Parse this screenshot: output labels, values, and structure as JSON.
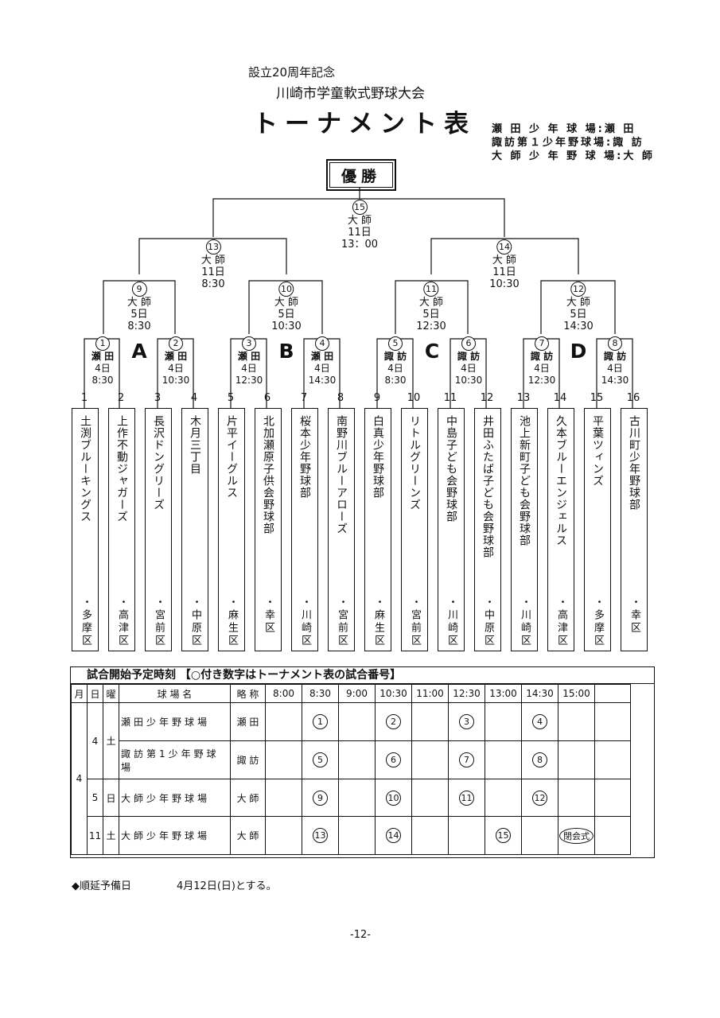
{
  "header": {
    "subtitle": "設立20周年記念",
    "event": "川崎市学童軟式野球大会",
    "title": "トーナメント表",
    "legend": [
      "瀬 田 少 年 球 場:瀬 田",
      "諏訪第１少年野球場:諏 訪",
      "大 師 少 年 野 球 場:大 師"
    ]
  },
  "champion": "優勝",
  "final": {
    "no": "15",
    "venue": "大 師",
    "date": "11日",
    "time": "13：00"
  },
  "semis": [
    {
      "no": "13",
      "venue": "大 師",
      "date": "11日",
      "time": "8:30"
    },
    {
      "no": "14",
      "venue": "大 師",
      "date": "11日",
      "time": "10:30"
    }
  ],
  "quarters": [
    {
      "no": "9",
      "venue": "大 師",
      "date": "5日",
      "time": "8:30"
    },
    {
      "no": "10",
      "venue": "大 師",
      "date": "5日",
      "time": "10:30"
    },
    {
      "no": "11",
      "venue": "大 師",
      "date": "5日",
      "time": "12:30"
    },
    {
      "no": "12",
      "venue": "大 師",
      "date": "5日",
      "time": "14:30"
    }
  ],
  "firsts": [
    {
      "no": "1",
      "venue": "瀬 田",
      "date": "4日",
      "time": "8:30"
    },
    {
      "no": "2",
      "venue": "瀬 田",
      "date": "4日",
      "time": "10:30"
    },
    {
      "no": "3",
      "venue": "瀬 田",
      "date": "4日",
      "time": "12:30"
    },
    {
      "no": "4",
      "venue": "瀬 田",
      "date": "4日",
      "time": "14:30"
    },
    {
      "no": "5",
      "venue": "諏 訪",
      "date": "4日",
      "time": "8:30"
    },
    {
      "no": "6",
      "venue": "諏 訪",
      "date": "4日",
      "time": "10:30"
    },
    {
      "no": "7",
      "venue": "諏 訪",
      "date": "4日",
      "time": "12:30"
    },
    {
      "no": "8",
      "venue": "諏 訪",
      "date": "4日",
      "time": "14:30"
    }
  ],
  "blocks": [
    "A",
    "B",
    "C",
    "D"
  ],
  "teams": [
    {
      "num": "1",
      "name": "土渕ブルーキングス",
      "district": "・多摩区"
    },
    {
      "num": "2",
      "name": "上作不動ジャガーズ",
      "district": "・高津区"
    },
    {
      "num": "3",
      "name": "長沢ドングリーズ",
      "district": "・宮前区"
    },
    {
      "num": "4",
      "name": "木月三丁目",
      "district": "・中原区"
    },
    {
      "num": "5",
      "name": "片平イーグルス",
      "district": "・麻生区"
    },
    {
      "num": "6",
      "name": "北加瀬原子供会野球部",
      "district": "・幸区"
    },
    {
      "num": "7",
      "name": "桜本少年野球部",
      "district": "・川崎区"
    },
    {
      "num": "8",
      "name": "南野川ブルーアローズ",
      "district": "・宮前区"
    },
    {
      "num": "9",
      "name": "白真少年野球部",
      "district": "・麻生区"
    },
    {
      "num": "10",
      "name": "リトルグリーンズ",
      "district": "・宮前区"
    },
    {
      "num": "11",
      "name": "中島子ども会野球部",
      "district": "・川崎区"
    },
    {
      "num": "12",
      "name": "井田ふたば子ども会野球部",
      "district": "・中原区"
    },
    {
      "num": "13",
      "name": "池上新町子ども会野球部",
      "district": "・川崎区"
    },
    {
      "num": "14",
      "name": "久本ブルーエンジェルス",
      "district": "・高津区"
    },
    {
      "num": "15",
      "name": "平葉ツィンズ",
      "district": "・多摩区"
    },
    {
      "num": "16",
      "name": "古川町少年野球部",
      "district": "・幸区"
    }
  ],
  "schedule": {
    "heading": "試合開始予定時刻 【○付き数字はトーナメント表の試合番号】",
    "columns": [
      "月",
      "日",
      "曜",
      "球 場 名",
      "略 称",
      "8:00",
      "8:30",
      "9:00",
      "10:30",
      "11:00",
      "12:30",
      "13:00",
      "14:30",
      "15:00",
      ""
    ],
    "month": "4",
    "rows": [
      {
        "day": "4",
        "dow": "土",
        "venue": "瀬田少年野球場",
        "abbr": "瀬 田",
        "games": [
          "",
          "1",
          "",
          "2",
          "",
          "3",
          "",
          "4",
          ""
        ]
      },
      {
        "venue": "諏訪第1少年野球場",
        "abbr": "諏 訪",
        "games": [
          "",
          "5",
          "",
          "6",
          "",
          "7",
          "",
          "8",
          ""
        ]
      },
      {
        "day": "5",
        "dow": "日",
        "venue": "大師少年野球場",
        "abbr": "大 師",
        "games": [
          "",
          "9",
          "",
          "10",
          "",
          "11",
          "",
          "12",
          ""
        ]
      },
      {
        "day": "11",
        "dow": "土",
        "venue": "大師少年野球場",
        "abbr": "大 師",
        "games": [
          "",
          "13",
          "",
          "14",
          "",
          "",
          "15",
          "",
          "閉会式"
        ]
      }
    ]
  },
  "note": {
    "label": "◆順延予備日",
    "text": "4月12日(日)とする。"
  },
  "page_number": "-12-"
}
